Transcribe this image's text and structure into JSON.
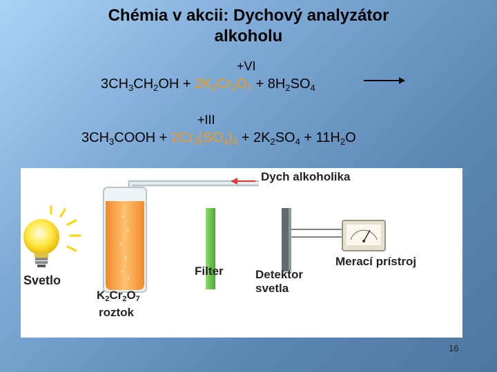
{
  "slide": {
    "title_line1": "Chémia v akcii:  Dychový analyzátor",
    "title_line2": "alkoholu",
    "page_number": "16"
  },
  "equation": {
    "ox_top": "+VI",
    "ox_bottom": "+III",
    "reactants": [
      {
        "text": "3CH"
      },
      {
        "sub": "3"
      },
      {
        "text": "CH"
      },
      {
        "sub": "2"
      },
      {
        "text": "OH + "
      },
      {
        "text": "2K",
        "color": "#f39c12"
      },
      {
        "sub": "2",
        "color": "#f39c12"
      },
      {
        "text": "Cr",
        "color": "#f39c12"
      },
      {
        "sub": "2",
        "color": "#f39c12"
      },
      {
        "text": "O",
        "color": "#f39c12"
      },
      {
        "sub": "7",
        "color": "#f39c12"
      },
      {
        "text": " + 8H"
      },
      {
        "sub": "2"
      },
      {
        "text": "SO"
      },
      {
        "sub": "4"
      }
    ],
    "products": [
      {
        "text": "3CH"
      },
      {
        "sub": "3"
      },
      {
        "text": "COOH + "
      },
      {
        "text": "2Cr",
        "color": "#f39c12"
      },
      {
        "sub": "2",
        "color": "#f39c12"
      },
      {
        "text": "(SO",
        "color": "#f39c12"
      },
      {
        "sub": "4",
        "color": "#f39c12"
      },
      {
        "text": ")",
        "color": "#f39c12"
      },
      {
        "sub": "3",
        "color": "#f39c12"
      },
      {
        "text": " + 2K"
      },
      {
        "sub": "2"
      },
      {
        "text": "SO"
      },
      {
        "sub": "4"
      },
      {
        "text": " + 11H"
      },
      {
        "sub": "2"
      },
      {
        "text": "O"
      }
    ]
  },
  "diagram": {
    "breath_label": "Dych alkoholika",
    "light_label": "Svetlo",
    "filter_label": "Filter",
    "detector_line1": "Detektor",
    "detector_line2": "svetla",
    "meter_label": "Merací prístroj",
    "solution_formula": [
      {
        "text": "K"
      },
      {
        "sub": "2"
      },
      {
        "text": "Cr"
      },
      {
        "sub": "2"
      },
      {
        "text": "O"
      },
      {
        "sub": "7"
      }
    ],
    "solution_word": "roztok",
    "colors": {
      "solution": "#f7a24a",
      "filter": "#6cc24a",
      "detector": "#5f6b6f",
      "arrow": "#e03a3a"
    }
  }
}
